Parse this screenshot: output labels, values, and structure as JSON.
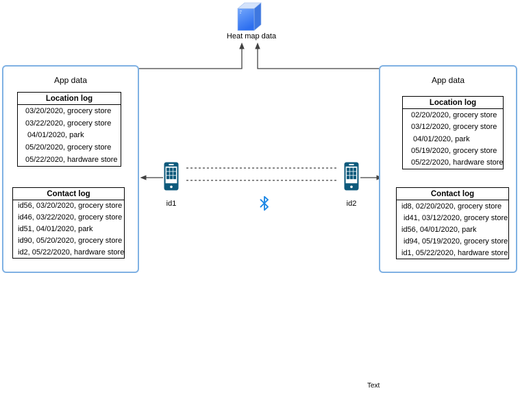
{
  "heatmap": {
    "label": "Heat map data"
  },
  "panels": {
    "left": {
      "title": "App data",
      "phone_label": "id1",
      "location_log": {
        "header": "Location log",
        "rows": [
          "03/20/2020, grocery store",
          "03/22/2020, grocery store",
          "04/01/2020, park",
          "05/20/2020, grocery store",
          "05/22/2020, hardware store"
        ]
      },
      "contact_log": {
        "header": "Contact log",
        "rows": [
          "id56, 03/20/2020, grocery store",
          "id46, 03/22/2020, grocery store",
          "id51, 04/01/2020, park",
          "id90, 05/20/2020, grocery store",
          "id2, 05/22/2020, hardware store"
        ]
      }
    },
    "right": {
      "title": "App data",
      "phone_label": "id2",
      "location_log": {
        "header": "Location log",
        "rows": [
          "02/20/2020, grocery store",
          "03/12/2020, grocery store",
          "04/01/2020, park",
          "05/19/2020, grocery store",
          "05/22/2020, hardware store"
        ]
      },
      "contact_log": {
        "header": "Contact log",
        "rows": [
          "id8, 02/20/2020, grocery store",
          "id41, 03/12/2020, grocery store",
          "id56, 04/01/2020, park",
          "id94, 05/19/2020, grocery store",
          "id1, 05/22/2020, hardware store"
        ]
      }
    }
  },
  "footer_text": "Text",
  "icons": {
    "heatmap": "database-3d-icon",
    "link": "bluetooth-icon",
    "device": "smartphone-keypad-icon"
  },
  "colors": {
    "panel_border": "#7FB1E3",
    "table_border": "#000000",
    "connector": "#424242",
    "phone_fill": "#0E5A7C",
    "bluetooth": "#1E88E5",
    "db_front_top": "#74A7FB",
    "db_front_bottom": "#2D6FF0",
    "db_side": "#3E77E0",
    "db_top": "#D4E3FB"
  }
}
